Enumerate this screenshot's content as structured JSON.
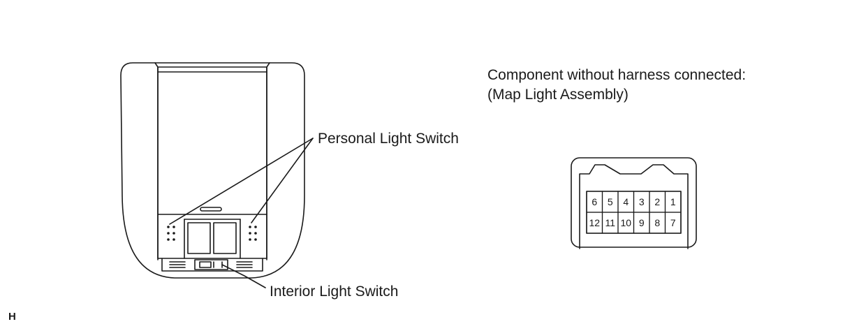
{
  "labels": {
    "component_title": "Component without harness connected:",
    "component_subtitle": "(Map Light Assembly)",
    "personal_light_switch": "Personal Light Switch",
    "interior_light_switch": "Interior Light Switch",
    "corner_mark": "H"
  },
  "connector": {
    "row_top": [
      "6",
      "5",
      "4",
      "3",
      "2",
      "1"
    ],
    "row_bottom": [
      "12",
      "11",
      "10",
      "9",
      "8",
      "7"
    ]
  }
}
